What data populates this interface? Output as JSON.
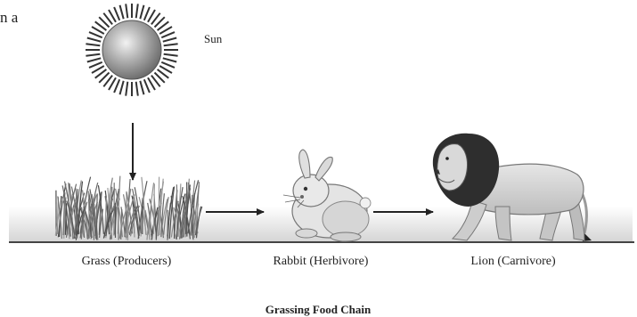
{
  "fragment_text": "n a",
  "sun": {
    "label": "Sun"
  },
  "chain": {
    "producer": "Grass (Producers)",
    "herbivore": "Rabbit (Herbivore)",
    "carnivore": "Lion (Carnivore)"
  },
  "title": "Grassing Food Chain",
  "colors": {
    "ground": "#c8c8c8",
    "sun_body": "#9a9a9a",
    "arrow": "#222222"
  }
}
